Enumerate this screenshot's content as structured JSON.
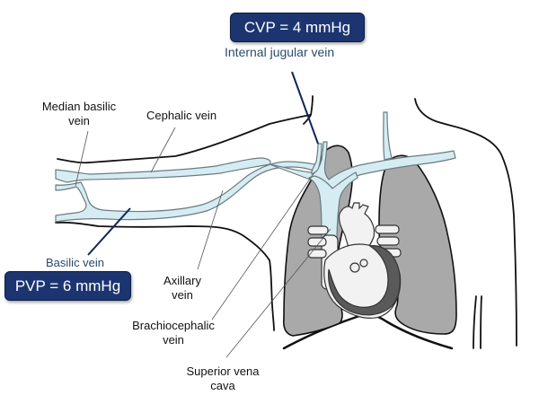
{
  "diagram": {
    "title": "Central and peripheral venous pressure measurement sites",
    "pressure_boxes": {
      "cvp": "CVP = 4 mmHg",
      "pvp": "PVP = 6 mmHg"
    },
    "labels": {
      "internal_jugular": "Internal jugular vein",
      "median_basilic_l1": "Median basilic",
      "median_basilic_l2": "vein",
      "cephalic": "Cephalic vein",
      "basilic": "Basilic vein",
      "axillary_l1": "Axillary",
      "axillary_l2": "vein",
      "brachiocephalic_l1": "Brachiocephalic",
      "brachiocephalic_l2": "vein",
      "svc_l1": "Superior vena",
      "svc_l2": "cava"
    },
    "colors": {
      "vein_fill": "#d6ecf3",
      "vein_outline": "#6b7b80",
      "box_fill": "#1c3570",
      "pointer_dark": "#13235a",
      "lung_fill": "#a9a9a9",
      "heart_dark": "#5a5a5a",
      "heart_light": "#f2f2f2",
      "outline": "#111111"
    }
  }
}
